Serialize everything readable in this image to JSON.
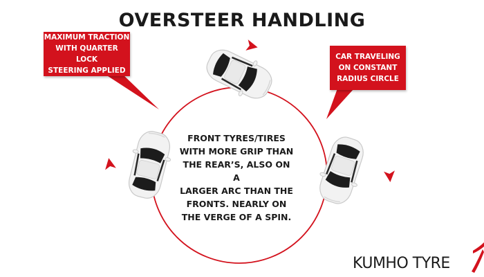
{
  "title": "OVERSTEER HANDLING",
  "callouts": {
    "left": "MAXIMUM TRACTION\nWITH QUARTER LOCK\nSTEERING APPLIED",
    "right": "CAR TRAVELING\nON CONSTANT\nRADIUS CIRCLE"
  },
  "center_text": "FRONT TYRES/TIRES\nWITH MORE GRIP THAN\nTHE REAR’S, ALSO ON A\nLARGER ARC THAN THE\nFRONTS. NEARLY ON\nTHE VERGE OF A SPIN.",
  "brand": "KUMHO TYRE",
  "colors": {
    "accent": "#d3121d",
    "text": "#1a1a1a",
    "car_body": "#f2f2f2",
    "car_glass": "#1c1c1c"
  },
  "icons": {
    "cars": "car-top-view-icon",
    "arrows": "direction-arrow-icon",
    "brand_mark": "kumho-swoosh-icon"
  }
}
